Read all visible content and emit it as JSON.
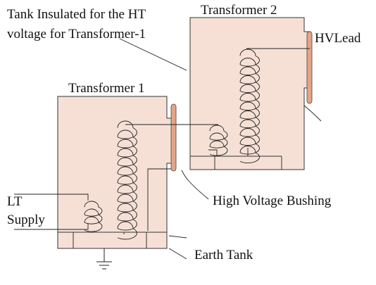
{
  "diagram": {
    "labels": {
      "tank_insulated_line1": "Tank Insulated for the HT",
      "tank_insulated_line2": "voltage for Transformer-1",
      "transformer2": "Transformer 2",
      "transformer1": "Transformer 1",
      "hv_lead": "HVLead",
      "high_voltage_bushing": "High Voltage Bushing",
      "lt_supply_line1": "LT",
      "lt_supply_line2": "Supply",
      "earth_tank": "Earth Tank"
    },
    "colors": {
      "tank_fill": "#f6e0d5",
      "bushing_fill": "#e4a485",
      "line": "#222222"
    }
  }
}
